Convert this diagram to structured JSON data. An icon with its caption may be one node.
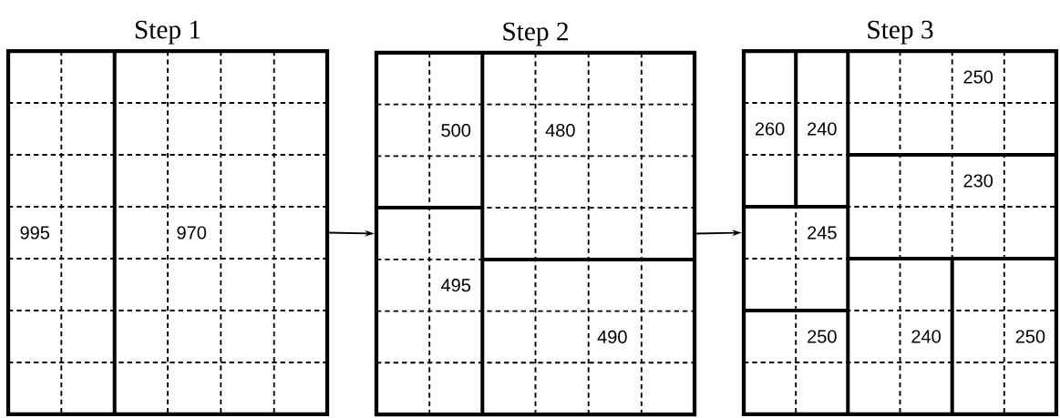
{
  "diagram": {
    "nodes": [
      {
        "text": [
          "Step 1"
        ]
      },
      {
        "text": [
          "Step 2"
        ]
      },
      {
        "text": [
          "Step 3"
        ]
      }
    ],
    "edges": [
      {
        "from": 0,
        "to": 1,
        "arrow": "to"
      },
      {
        "from": 1,
        "to": 2,
        "arrow": "to"
      }
    ],
    "labels": [
      "995",
      "970",
      "500",
      "480",
      "495",
      "490",
      "250",
      "260",
      "240",
      "230",
      "245",
      "250",
      "240",
      "250"
    ]
  }
}
